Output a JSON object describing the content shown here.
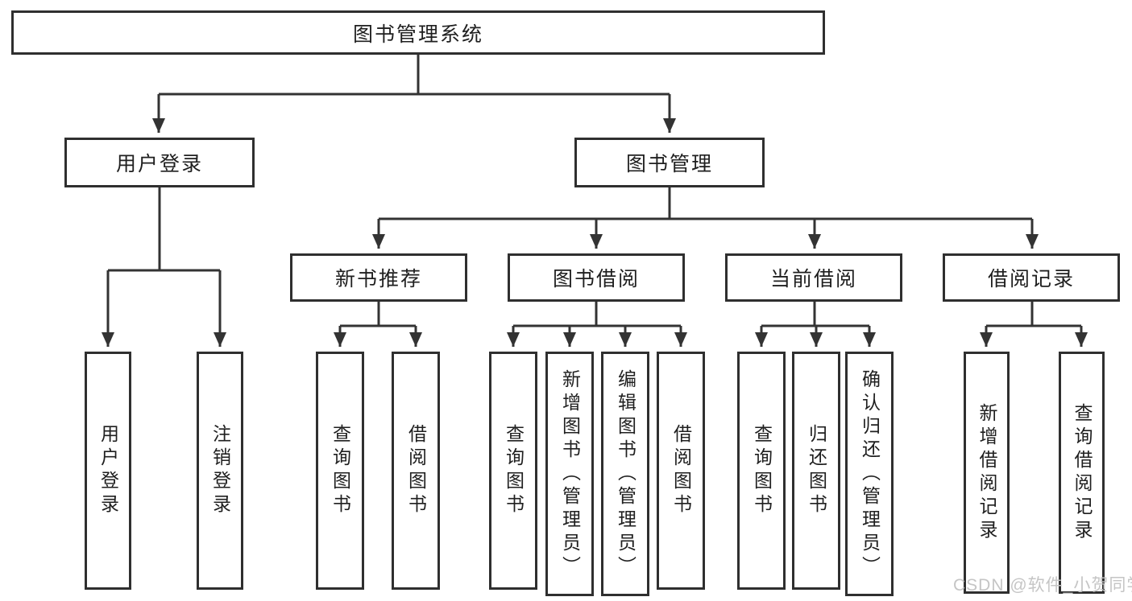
{
  "diagram": {
    "line_color": "#333333",
    "border_color": "#2f2f2f",
    "text_color": "#1f1f1f",
    "root": {
      "label": "图书管理系统"
    },
    "level2": [
      {
        "label": "用户登录"
      },
      {
        "label": "图书管理"
      }
    ],
    "level3": [
      {
        "label": "新书推荐",
        "parent": "图书管理"
      },
      {
        "label": "图书借阅",
        "parent": "图书管理"
      },
      {
        "label": "当前借阅",
        "parent": "图书管理"
      },
      {
        "label": "借阅记录",
        "parent": "图书管理"
      }
    ],
    "leaves": [
      {
        "label": "用户登录",
        "parent": "用户登录"
      },
      {
        "label": "注销登录",
        "parent": "用户登录"
      },
      {
        "label": "查询图书",
        "parent": "新书推荐"
      },
      {
        "label": "借阅图书",
        "parent": "新书推荐"
      },
      {
        "label": "查询图书",
        "parent": "图书借阅"
      },
      {
        "label": "新增图书（管理员）",
        "parent": "图书借阅"
      },
      {
        "label": "编辑图书（管理员）",
        "parent": "图书借阅"
      },
      {
        "label": "借阅图书",
        "parent": "图书借阅"
      },
      {
        "label": "查询图书",
        "parent": "当前借阅"
      },
      {
        "label": "归还图书",
        "parent": "当前借阅"
      },
      {
        "label": "确认归还（管理员）",
        "parent": "当前借阅"
      },
      {
        "label": "新增借阅记录",
        "parent": "借阅记录"
      },
      {
        "label": "查询借阅记录",
        "parent": "借阅记录"
      }
    ]
  },
  "watermark": {
    "text": "CSDN @软件_小贺同学",
    "color": "#c5c5c5"
  }
}
